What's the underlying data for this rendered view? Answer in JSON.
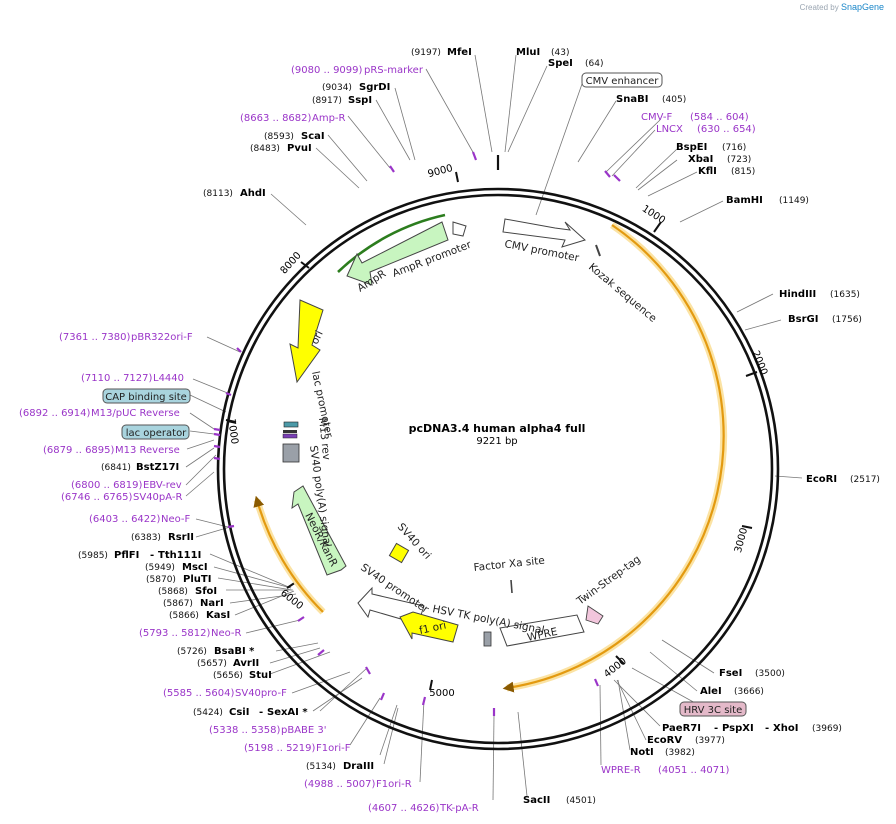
{
  "credit": {
    "prefix": "Created by",
    "brand": "SnapGene"
  },
  "plasmid": {
    "name": "pcDNA3.4 human alpha4 full",
    "length": "9221 bp"
  },
  "ticks": [
    "1000",
    "2000",
    "3000",
    "4000",
    "5000",
    "6000",
    "7000",
    "8000",
    "9000"
  ],
  "enzymes": [
    {
      "name": "MfeI",
      "pos": "(9197)"
    },
    {
      "name": "MluI",
      "pos": "(43)"
    },
    {
      "name": "SpeI",
      "pos": "(64)"
    },
    {
      "name": "SnaBI",
      "pos": "(405)"
    },
    {
      "name": "SgrDI",
      "pos": "(9034)"
    },
    {
      "name": "SspI",
      "pos": "(8917)"
    },
    {
      "name": "ScaI",
      "pos": "(8593)"
    },
    {
      "name": "PvuI",
      "pos": "(8483)"
    },
    {
      "name": "AhdI",
      "pos": "(8113)"
    },
    {
      "name": "BspEI",
      "pos": "(716)"
    },
    {
      "name": "XbaI",
      "pos": "(723)"
    },
    {
      "name": "KflI",
      "pos": "(815)"
    },
    {
      "name": "BamHI",
      "pos": "(1149)"
    },
    {
      "name": "HindIII",
      "pos": "(1635)"
    },
    {
      "name": "BsrGI",
      "pos": "(1756)"
    },
    {
      "name": "EcoRI",
      "pos": "(2517)"
    },
    {
      "name": "FseI",
      "pos": "(3500)"
    },
    {
      "name": "AleI",
      "pos": "(3666)"
    },
    {
      "name": "BstZ17I",
      "pos": "(6841)"
    },
    {
      "name": "RsrII",
      "pos": "(6383)"
    },
    {
      "name": "MscI",
      "pos": "(5949)"
    },
    {
      "name": "PluTI",
      "pos": "(5870)"
    },
    {
      "name": "SfoI",
      "pos": "(5868)"
    },
    {
      "name": "NarI",
      "pos": "(5867)"
    },
    {
      "name": "KasI",
      "pos": "(5866)"
    },
    {
      "name": "BsaBI *",
      "pos": "(5726)"
    },
    {
      "name": "AvrII",
      "pos": "(5657)"
    },
    {
      "name": "StuI",
      "pos": "(5656)"
    },
    {
      "name": "DraIII",
      "pos": "(5134)"
    },
    {
      "name": "SacII",
      "pos": "(4501)"
    },
    {
      "name": "EcoRV",
      "pos": "(3977)"
    },
    {
      "name": "NotI",
      "pos": "(3982)"
    }
  ],
  "multi_sites": {
    "pflfi": {
      "pos": "(5985)",
      "a": "PflFI",
      "b": "Tth111I"
    },
    "csii": {
      "pos": "(5424)",
      "a": "CsiI",
      "b": "SexAI *"
    },
    "paer7i": {
      "a": "PaeR7I",
      "b": "PspXI",
      "c": "XhoI",
      "pos": "(3969)"
    }
  },
  "primers": [
    {
      "range": "(9080 .. 9099)",
      "name": "pRS-marker"
    },
    {
      "range": "(8663 .. 8682)",
      "name": "Amp-R"
    },
    {
      "range": "(584 .. 604)",
      "name": "CMV-F"
    },
    {
      "range": "(630 .. 654)",
      "name": "LNCX"
    },
    {
      "range": "(7361 .. 7380)",
      "name": "pBR322ori-F"
    },
    {
      "range": "(7110 .. 7127)",
      "name": "L4440"
    },
    {
      "range": "(6892 .. 6914)",
      "name": "M13/pUC Reverse"
    },
    {
      "range": "(6879 .. 6895)",
      "name": "M13 Reverse"
    },
    {
      "range": "(6800 .. 6819)",
      "name": "EBV-rev"
    },
    {
      "range": "(6746 .. 6765)",
      "name": "SV40pA-R"
    },
    {
      "range": "(6403 .. 6422)",
      "name": "Neo-F"
    },
    {
      "range": "(5793 .. 5812)",
      "name": "Neo-R"
    },
    {
      "range": "(5585 .. 5604)",
      "name": "SV40pro-F"
    },
    {
      "range": "(5338 .. 5358)",
      "name": "pBABE 3'"
    },
    {
      "range": "(5198 .. 5219)",
      "name": "F1ori-F"
    },
    {
      "range": "(4988 .. 5007)",
      "name": "F1ori-R"
    },
    {
      "range": "(4607 .. 4626)",
      "name": "TK-pA-R"
    },
    {
      "range": "(4051 .. 4071)",
      "name": "WPRE-R"
    }
  ],
  "boxed_features": [
    {
      "name": "CMV enhancer"
    },
    {
      "name": "CAP binding site"
    },
    {
      "name": "lac operator"
    },
    {
      "name": "HRV 3C site"
    }
  ],
  "features": [
    "CMV promoter",
    "Kozak sequence",
    "AmpR promoter",
    "AmpR",
    "ori",
    "lac promoter",
    "M13 rev",
    "SV40 poly(A) signal",
    "NeoR/KanR",
    "SV40 ori",
    "SV40 promoter",
    "f1 ori",
    "HSV TK poly(A) signal",
    "Factor Xa site",
    "WPRE",
    "Twin-Strep-tag"
  ],
  "colors": {
    "backbone": "#111111",
    "primer": "#9a35c8",
    "cds_green": "#c8f5c0",
    "ori_yellow": "#ffff00",
    "insert_orange": "#f4b41a",
    "box_blue": "#a9d4de",
    "box_pink": "#e4b9c9"
  }
}
